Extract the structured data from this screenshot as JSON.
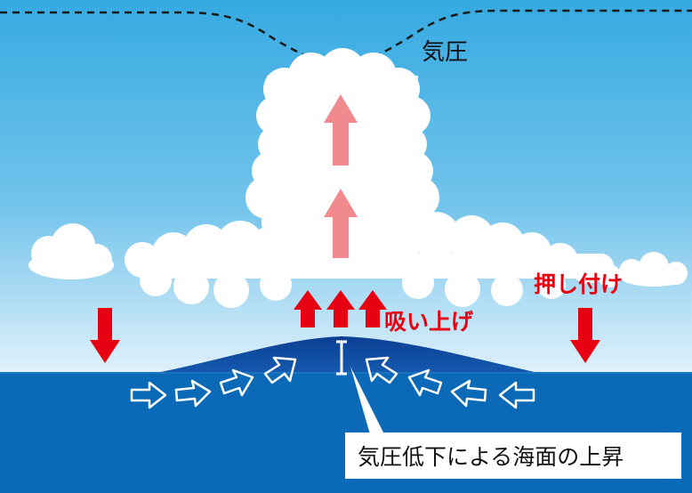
{
  "labels": {
    "pressure": "気圧",
    "push_down": "押し付け",
    "suction": "吸い上げ",
    "caption": "気圧低下による海面の上昇"
  },
  "colors": {
    "sky_top": "#3aaee3",
    "sky_bottom": "#d8eef9",
    "sea": "#0a6ab8",
    "sea_bulge": "#0b3f93",
    "arrow_red": "#e60012",
    "arrow_pink": "#f08a8e",
    "cloud": "#ffffff"
  }
}
